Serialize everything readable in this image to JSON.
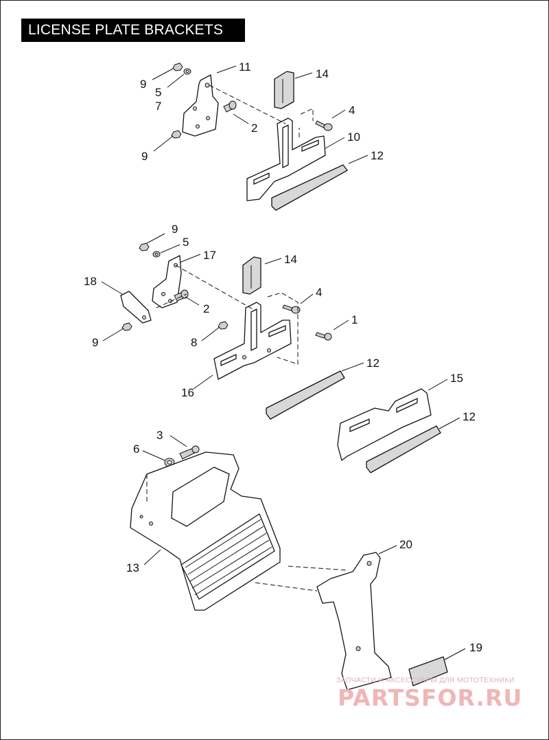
{
  "title": "LICENSE PLATE BRACKETS",
  "callouts": {
    "c9a": "9",
    "c5a": "5",
    "c7": "7",
    "c11": "11",
    "c14a": "14",
    "c2a": "2",
    "c4a": "4",
    "c9b": "9",
    "c10": "10",
    "c12a": "12",
    "c9c": "9",
    "c5b": "5",
    "c17": "17",
    "c14b": "14",
    "c18": "18",
    "c4b": "4",
    "c2b": "2",
    "c1": "1",
    "c9d": "9",
    "c8": "8",
    "c16": "16",
    "c12b": "12",
    "c15": "15",
    "c12c": "12",
    "c3": "3",
    "c6": "6",
    "c13": "13",
    "c20": "20",
    "c19": "19"
  },
  "watermark": {
    "tagline": "ЗАПЧАСТИ И АКСЕССУАРЫ ДЛЯ МОТОТЕХНИКИ",
    "brand": "PARTSFOR.RU"
  },
  "colors": {
    "ink": "#111111",
    "title_bg": "#000000",
    "title_fg": "#ffffff",
    "watermark": "#f0b6b6"
  }
}
